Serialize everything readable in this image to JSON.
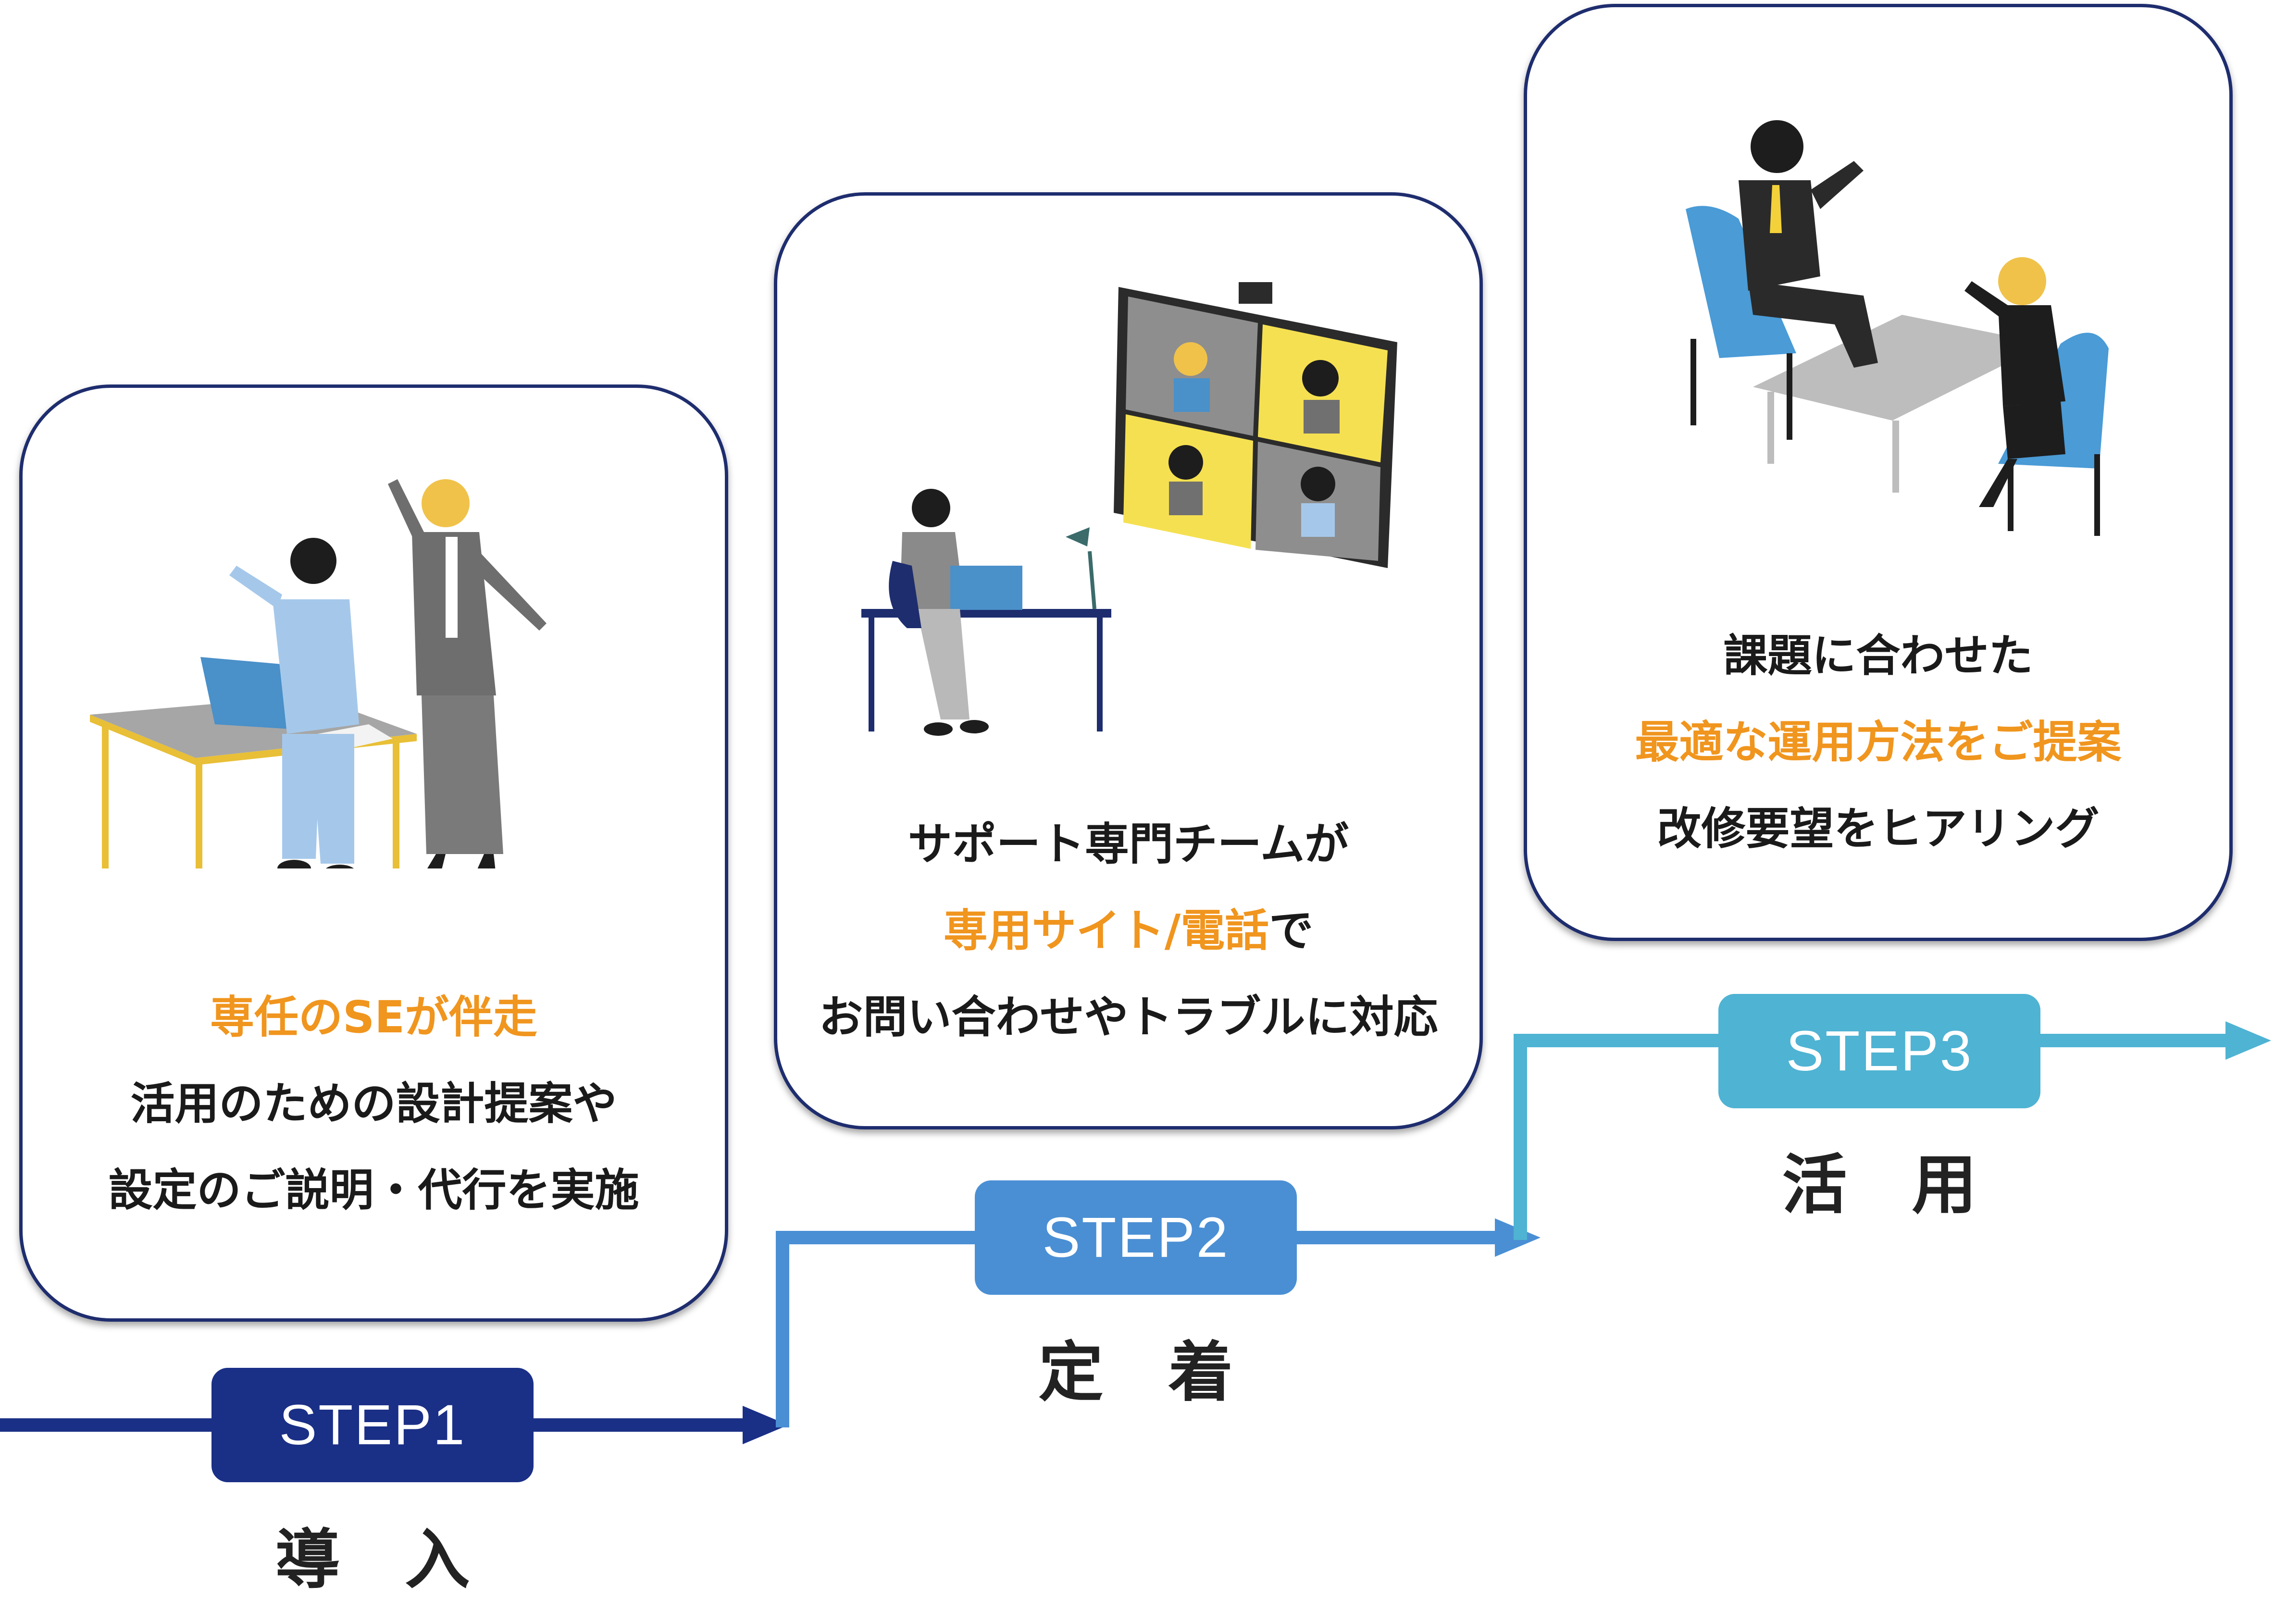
{
  "steps": [
    {
      "badge": "STEP1",
      "stage": "導　入",
      "lines": [
        {
          "text": "専任のSEが伴走",
          "highlight": true
        },
        {
          "text": "活用のための設計提案や",
          "highlight": false
        },
        {
          "text": "設定のご説明・代行を実施",
          "highlight": false
        }
      ]
    },
    {
      "badge": "STEP2",
      "stage": "定　着",
      "line1": "サポート専門チームが",
      "line2_hl": "専用サイト/電話",
      "line2_tail": "で",
      "line3": "お問い合わせやトラブルに対応"
    },
    {
      "badge": "STEP3",
      "stage": "活　用",
      "lines": [
        {
          "text": "課題に合わせた",
          "highlight": false
        },
        {
          "text": "最適な運用方法をご提案",
          "highlight": true
        },
        {
          "text": "改修要望をヒアリング",
          "highlight": false
        }
      ]
    }
  ],
  "colors": {
    "step1": "#1a2f86",
    "step2": "#4a8fd4",
    "step3": "#4fb3d3",
    "highlight": "#f0951e",
    "card_border": "#1e2d6e"
  }
}
